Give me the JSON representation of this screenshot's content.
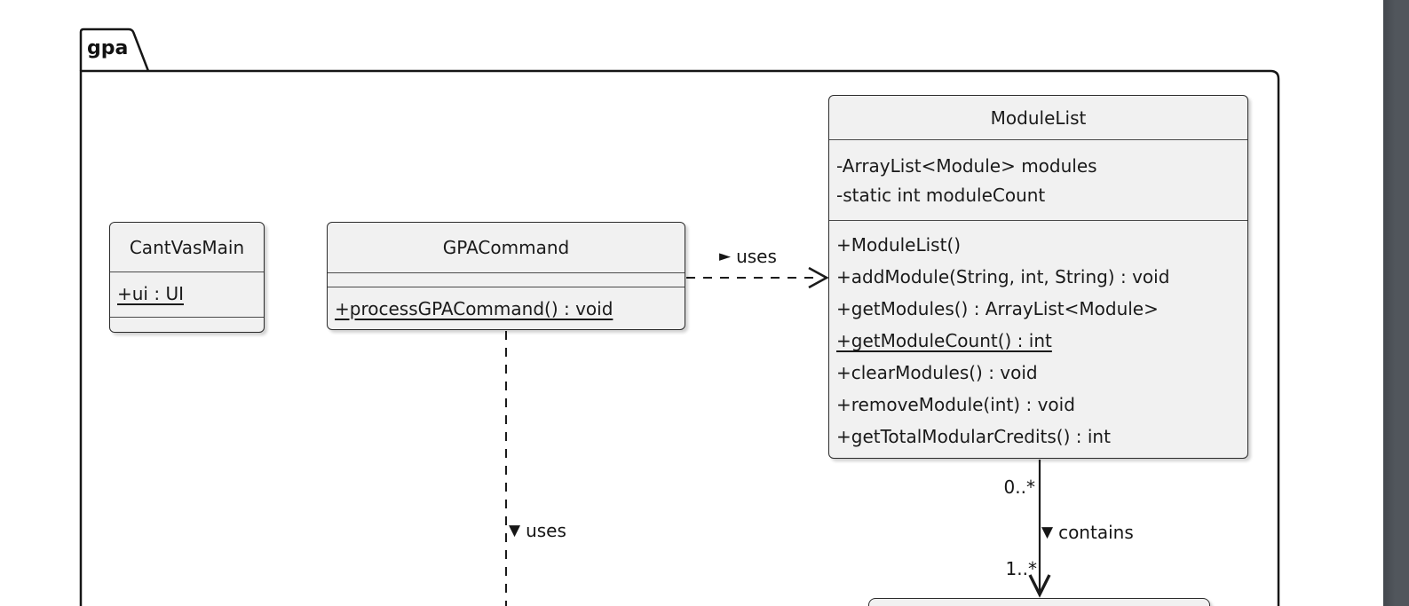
{
  "package": {
    "name": "gpa"
  },
  "classes": [
    {
      "title": "CantVasMain",
      "fields": [
        {
          "text": "+ui : UI",
          "static": true
        }
      ],
      "methods": []
    },
    {
      "title": "GPACommand",
      "fields": [],
      "methods": [
        {
          "text": "+processGPACommand() : void",
          "static": true
        }
      ]
    },
    {
      "title": "ModuleList",
      "fields": [
        {
          "text": "-ArrayList<Module> modules",
          "static": false
        },
        {
          "text": "-static int moduleCount",
          "static": false
        }
      ],
      "methods": [
        {
          "text": "+ModuleList()",
          "static": false
        },
        {
          "text": "+addModule(String, int, String) : void",
          "static": false
        },
        {
          "text": "+getModules() : ArrayList<Module>",
          "static": false
        },
        {
          "text": "+getModuleCount() : int",
          "static": true
        },
        {
          "text": "+clearModules() : void",
          "static": false
        },
        {
          "text": "+removeModule(int) : void",
          "static": false
        },
        {
          "text": "+getTotalModularCredits() : int",
          "static": false
        }
      ]
    }
  ],
  "relations": {
    "uses_horizontal": {
      "triangle": "►",
      "label": "uses"
    },
    "uses_vertical": {
      "triangle": "▼",
      "label": "uses"
    },
    "contains": {
      "triangle": "▼",
      "label": "contains",
      "source_multiplicity": "0..*",
      "target_multiplicity": "1..*"
    }
  },
  "colors": {
    "class_fill": "#f1f1f1",
    "class_border": "#2b2b2b",
    "package_border": "#161616",
    "line_color": "#1b1b1b",
    "text": "#1a1a1a",
    "side_panel": "#51565c",
    "background": "#ffffff"
  }
}
